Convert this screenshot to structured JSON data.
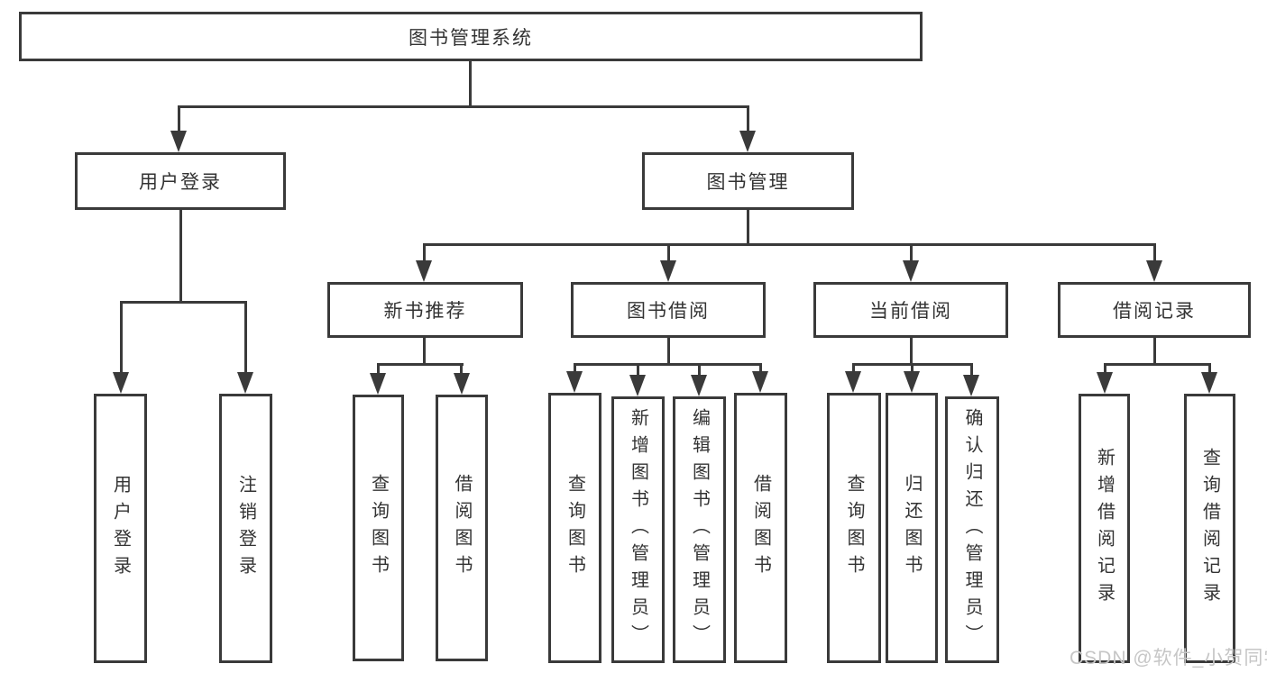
{
  "diagram_title": "图书管理系统",
  "nodes": {
    "root": "图书管理系统",
    "user_login": "用户登录",
    "book_management": "图书管理",
    "new_book_recommend": "新书推荐",
    "book_borrow": "图书借阅",
    "current_borrow": "当前借阅",
    "borrow_records": "借阅记录",
    "leaf_user_login": "用户登录",
    "leaf_logout_login": "注销登录",
    "leaf_query_book_recommend": "查询图书",
    "leaf_borrow_book_recommend": "借阅图书",
    "leaf_query_book_borrow": "查询图书",
    "leaf_add_book_admin": "新增图书（管理员）",
    "leaf_edit_book_admin": "编辑图书（管理员）",
    "leaf_borrow_book_borrow": "借阅图书",
    "leaf_query_book_current": "查询图书",
    "leaf_return_book": "归还图书",
    "leaf_confirm_return_admin": "确认归还（管理员）",
    "leaf_add_borrow_record": "新增借阅记录",
    "leaf_query_borrow_record": "查询借阅记录"
  },
  "hierarchy": {
    "图书管理系统": {
      "用户登录": [
        "用户登录",
        "注销登录"
      ],
      "图书管理": {
        "新书推荐": [
          "查询图书",
          "借阅图书"
        ],
        "图书借阅": [
          "查询图书",
          "新增图书（管理员）",
          "编辑图书（管理员）",
          "借阅图书"
        ],
        "当前借阅": [
          "查询图书",
          "归还图书",
          "确认归还（管理员）"
        ],
        "借阅记录": [
          "新增借阅记录",
          "查询借阅记录"
        ]
      }
    }
  },
  "watermark": "CSDN @软件_小贺同学",
  "colors": {
    "line": "#3a3a3a",
    "text": "#333333",
    "background": "#ffffff",
    "watermark": "#c6c6c6"
  }
}
